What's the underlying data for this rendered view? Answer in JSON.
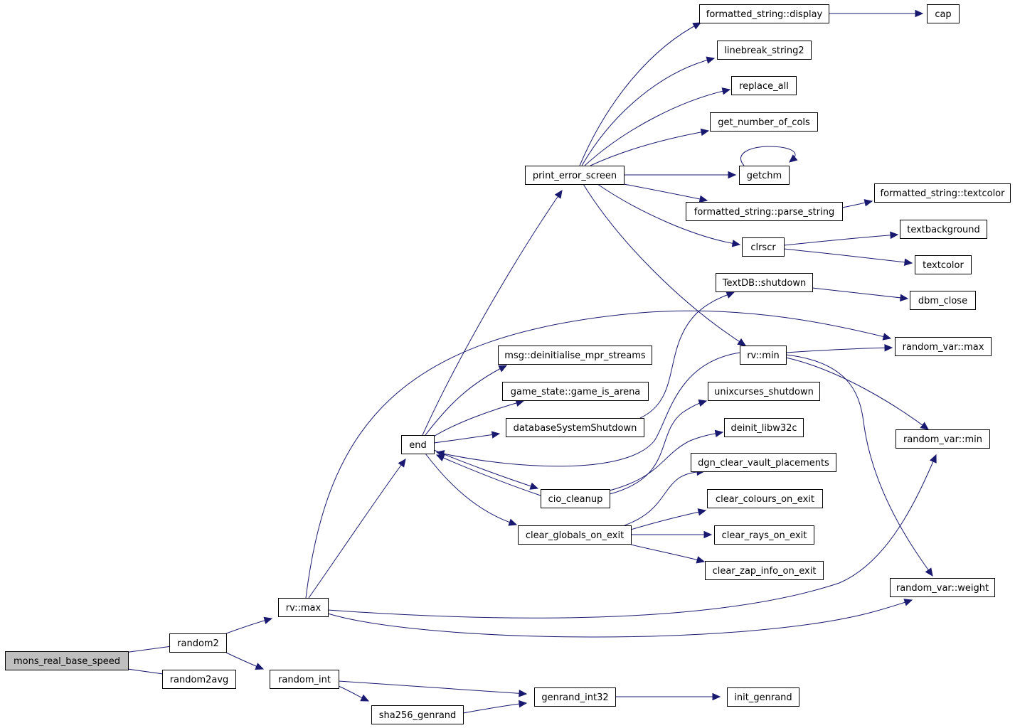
{
  "diagram": {
    "nodes": [
      {
        "id": "mons_real_base_speed",
        "label": "mons_real_base_speed",
        "root": true
      },
      {
        "id": "random2",
        "label": "random2"
      },
      {
        "id": "random2avg",
        "label": "random2avg"
      },
      {
        "id": "rv_max",
        "label": "rv::max"
      },
      {
        "id": "random_int",
        "label": "random_int"
      },
      {
        "id": "sha256_genrand",
        "label": "sha256_genrand"
      },
      {
        "id": "genrand_int32",
        "label": "genrand_int32"
      },
      {
        "id": "init_genrand",
        "label": "init_genrand"
      },
      {
        "id": "end",
        "label": "end"
      },
      {
        "id": "print_error_screen",
        "label": "print_error_screen"
      },
      {
        "id": "fs_display",
        "label": "formatted_string::display"
      },
      {
        "id": "cap",
        "label": "cap"
      },
      {
        "id": "linebreak_string2",
        "label": "linebreak_string2"
      },
      {
        "id": "replace_all",
        "label": "replace_all"
      },
      {
        "id": "get_number_of_cols",
        "label": "get_number_of_cols"
      },
      {
        "id": "getchm",
        "label": "getchm"
      },
      {
        "id": "fs_parse_string",
        "label": "formatted_string::parse_string"
      },
      {
        "id": "fs_textcolor",
        "label": "formatted_string::textcolor"
      },
      {
        "id": "clrscr",
        "label": "clrscr"
      },
      {
        "id": "textbackground",
        "label": "textbackground"
      },
      {
        "id": "textcolor",
        "label": "textcolor"
      },
      {
        "id": "textdb_shutdown",
        "label": "TextDB::shutdown"
      },
      {
        "id": "dbm_close",
        "label": "dbm_close"
      },
      {
        "id": "msg_deinit",
        "label": "msg::deinitialise_mpr_streams"
      },
      {
        "id": "game_is_arena",
        "label": "game_state::game_is_arena"
      },
      {
        "id": "db_shutdown",
        "label": "databaseSystemShutdown"
      },
      {
        "id": "rv_min",
        "label": "rv::min"
      },
      {
        "id": "rvar_max",
        "label": "random_var::max"
      },
      {
        "id": "unixcurses_shutdown",
        "label": "unixcurses_shutdown"
      },
      {
        "id": "deinit_libw32c",
        "label": "deinit_libw32c"
      },
      {
        "id": "rvar_min",
        "label": "random_var::min"
      },
      {
        "id": "dgn_clear",
        "label": "dgn_clear_vault_placements"
      },
      {
        "id": "cio_cleanup",
        "label": "cio_cleanup"
      },
      {
        "id": "clear_colours",
        "label": "clear_colours_on_exit"
      },
      {
        "id": "clear_globals",
        "label": "clear_globals_on_exit"
      },
      {
        "id": "clear_rays",
        "label": "clear_rays_on_exit"
      },
      {
        "id": "clear_zap",
        "label": "clear_zap_info_on_exit"
      },
      {
        "id": "rvar_weight",
        "label": "random_var::weight"
      }
    ],
    "edges": [
      [
        "mons_real_base_speed",
        "random2"
      ],
      [
        "mons_real_base_speed",
        "random2avg"
      ],
      [
        "random2",
        "rv_max"
      ],
      [
        "random2",
        "random_int"
      ],
      [
        "random_int",
        "genrand_int32"
      ],
      [
        "random_int",
        "sha256_genrand"
      ],
      [
        "sha256_genrand",
        "genrand_int32"
      ],
      [
        "genrand_int32",
        "init_genrand"
      ],
      [
        "rv_max",
        "end"
      ],
      [
        "rv_max",
        "rvar_max"
      ],
      [
        "rv_max",
        "rvar_min"
      ],
      [
        "rv_max",
        "rvar_weight"
      ],
      [
        "end",
        "print_error_screen"
      ],
      [
        "end",
        "msg_deinit"
      ],
      [
        "end",
        "game_is_arena"
      ],
      [
        "end",
        "db_shutdown"
      ],
      [
        "end",
        "cio_cleanup"
      ],
      [
        "end",
        "clear_globals"
      ],
      [
        "print_error_screen",
        "fs_display"
      ],
      [
        "print_error_screen",
        "linebreak_string2"
      ],
      [
        "print_error_screen",
        "replace_all"
      ],
      [
        "print_error_screen",
        "get_number_of_cols"
      ],
      [
        "print_error_screen",
        "getchm"
      ],
      [
        "print_error_screen",
        "fs_parse_string"
      ],
      [
        "print_error_screen",
        "clrscr"
      ],
      [
        "print_error_screen",
        "rv_min"
      ],
      [
        "fs_display",
        "cap"
      ],
      [
        "getchm",
        "getchm"
      ],
      [
        "fs_parse_string",
        "fs_textcolor"
      ],
      [
        "clrscr",
        "textbackground"
      ],
      [
        "clrscr",
        "textcolor"
      ],
      [
        "db_shutdown",
        "textdb_shutdown"
      ],
      [
        "textdb_shutdown",
        "dbm_close"
      ],
      [
        "rv_min",
        "end"
      ],
      [
        "rv_min",
        "rvar_max"
      ],
      [
        "rv_min",
        "rvar_min"
      ],
      [
        "rv_min",
        "rvar_weight"
      ],
      [
        "cio_cleanup",
        "end"
      ],
      [
        "cio_cleanup",
        "unixcurses_shutdown"
      ],
      [
        "cio_cleanup",
        "deinit_libw32c"
      ],
      [
        "clear_globals",
        "dgn_clear"
      ],
      [
        "clear_globals",
        "clear_colours"
      ],
      [
        "clear_globals",
        "clear_rays"
      ],
      [
        "clear_globals",
        "clear_zap"
      ]
    ]
  }
}
